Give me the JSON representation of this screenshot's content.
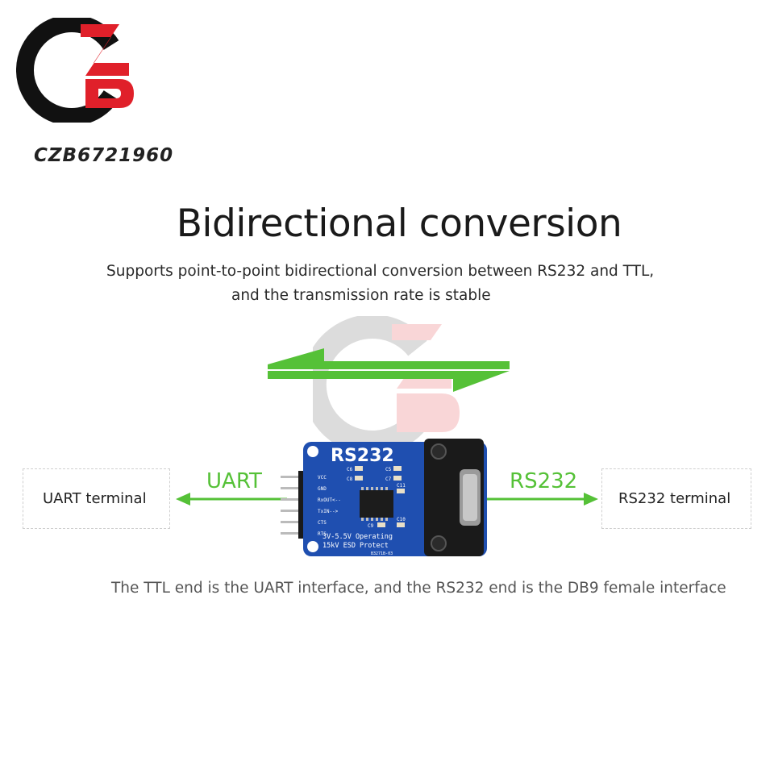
{
  "brand": {
    "name": "CZB6721960",
    "colors": {
      "black": "#111111",
      "red": "#e0202a"
    }
  },
  "header": {
    "title": "Bidirectional conversion",
    "subtitle_line1": "Supports point-to-point bidirectional conversion between RS232 and TTL,",
    "subtitle_line2": "and the transmission rate is  stable"
  },
  "diagram": {
    "left_terminal": "UART terminal",
    "right_terminal": "RS232 terminal",
    "left_flow_label": "UART",
    "right_flow_label": "RS232",
    "arrow_color": "#55c137",
    "board": {
      "title": "RS232",
      "pins": [
        "VCC",
        "GND",
        "RxOUT<--",
        "TxIN-->",
        "CTS",
        "RTS"
      ],
      "components": [
        "C6",
        "C5",
        "C8",
        "C7",
        "C11",
        "C9",
        "C10"
      ],
      "line1": "3V-5.5V Operating",
      "line2": "15kV ESD Protect",
      "line3": "B3271B-03",
      "color": "#1f4fb0"
    }
  },
  "footer": {
    "caption": "The TTL end is the UART interface, and the RS232 end is the DB9 female interface"
  }
}
